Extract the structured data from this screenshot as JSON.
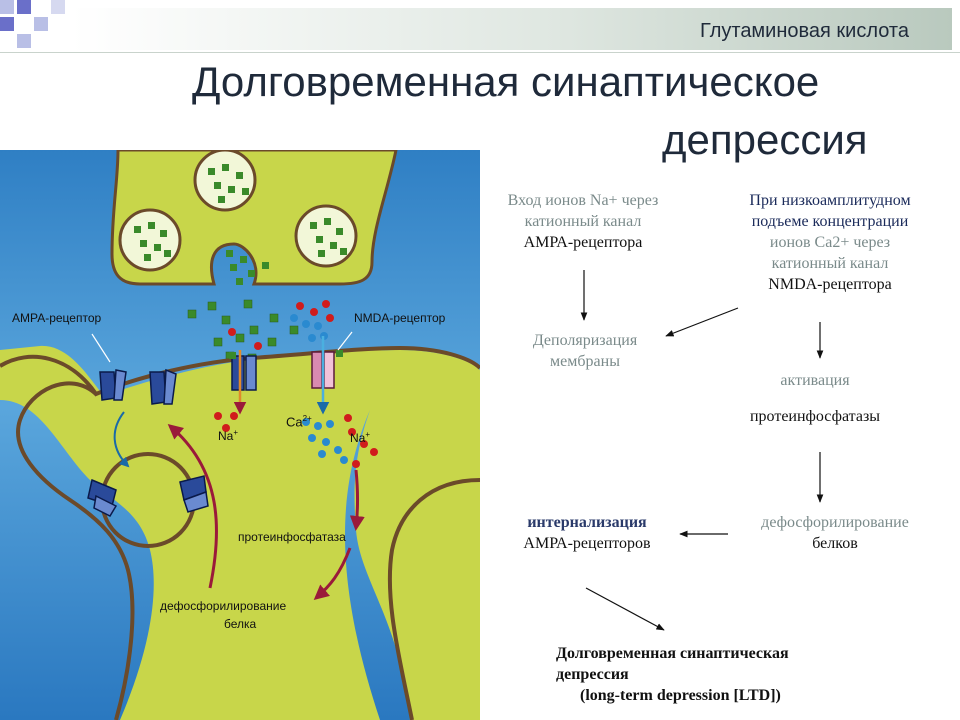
{
  "header": {
    "topic": "Глутаминовая кислота",
    "title_line1": "Долговременная синаптическое",
    "title_line2": "депрессия"
  },
  "diagram_labels": {
    "ampa": "АМРА-рецептор",
    "nmda": "NMDA-рецептор",
    "na": "Na",
    "ca": "Ca",
    "ca_charge": "2+",
    "plus": "+",
    "phosphatase": "протеинфосфатаза",
    "dephos_line1": "дефосфорилирование",
    "dephos_line2": "белка"
  },
  "scheme": {
    "entry": [
      "Вход ионов Na+ через",
      "катионный канал",
      "АМРА-рецептора"
    ],
    "low_amp": [
      "При низкоамплитудном",
      "подъеме концентрации",
      "ионов Са2+ через",
      "катионный канал",
      "NMDA-рецептора"
    ],
    "depol": [
      "Деполяризация",
      "мембраны"
    ],
    "activation": "активация",
    "phosphatases": "протеинфосфатазы",
    "internalization_bold": "интернализация",
    "internalization_rest": "АМРА-рецепторов",
    "dephos": [
      "дефосфорилирование",
      "белков"
    ],
    "ltd": [
      "Долговременная синаптическая",
      "депрессия",
      "(long-term depression [LTD])"
    ]
  },
  "colors": {
    "cytoplasm": "#c8d64a",
    "background": "#3f8fcf",
    "membrane": "#6b4a2a",
    "glutamate": "#3a8a2a",
    "sodium": "#d01c1c",
    "calcium": "#2a8ad0",
    "arrow": "#9a1a3a",
    "receptor": "#2a4a9a"
  }
}
